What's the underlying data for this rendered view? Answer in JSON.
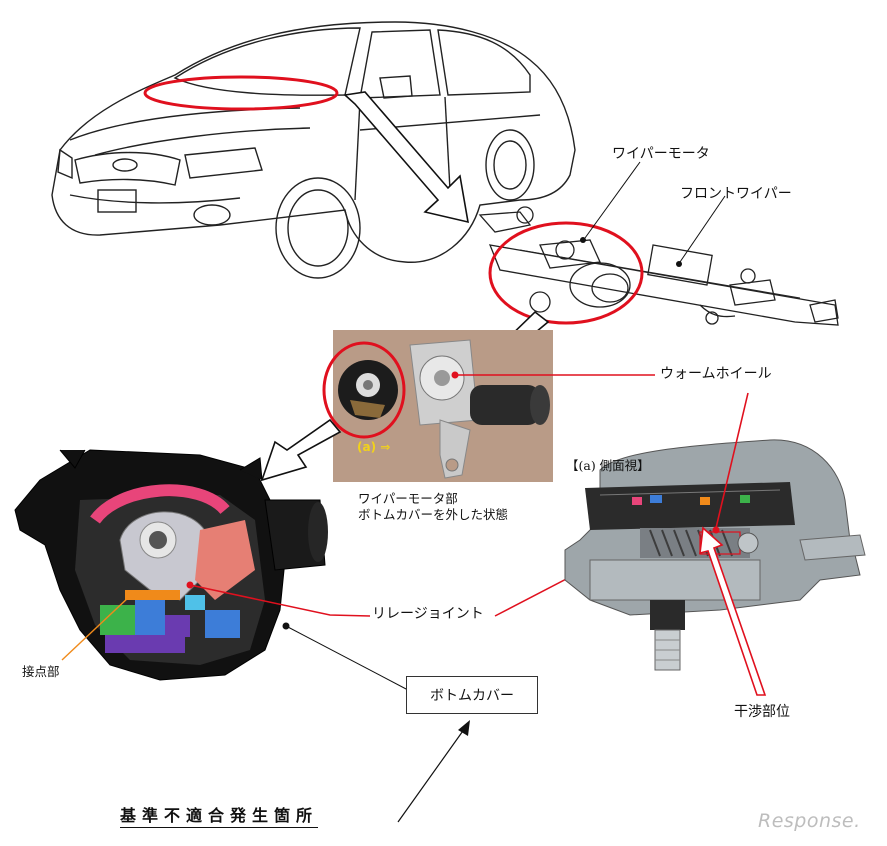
{
  "labels": {
    "wiper_motor": "ワイパーモータ",
    "front_wiper": "フロントワイパー",
    "worm_wheel": "ウォームホイール",
    "side_view": "【(a) 側面視】",
    "photo_marker": "(a) ⇒",
    "photo_caption_line1": "ワイパーモータ部",
    "photo_caption_line2": "ボトムカバーを外した状態",
    "relay_joint": "リレージョイント",
    "contact_part": "接点部",
    "bottom_cover": "ボトムカバー",
    "interference_part": "干渉部位",
    "nonconformity_location": "基準不適合発生箇所"
  },
  "watermark": "Response.",
  "colors": {
    "highlight_red": "#e0101e",
    "leader_red": "#e0101e",
    "photo_label_yellow": "#f2d21a"
  }
}
